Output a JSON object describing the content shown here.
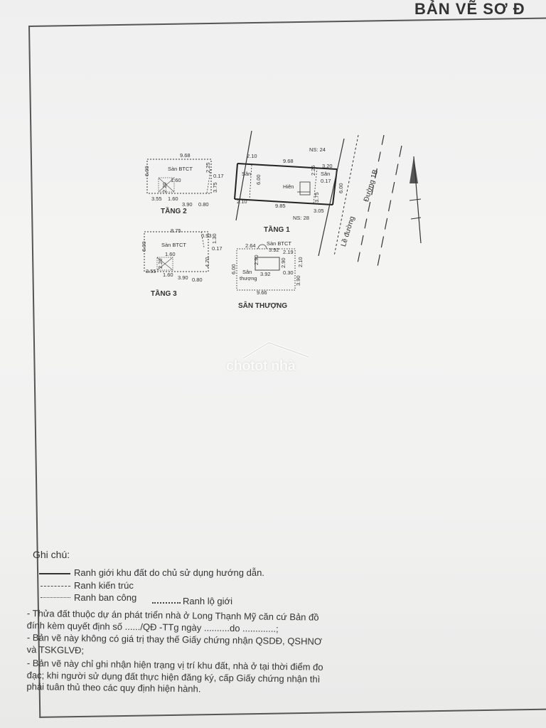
{
  "header": {
    "title": "BẢN VẼ SƠ Đ"
  },
  "tang1": {
    "title": "TẦNG 1",
    "ns_top": "NS: 24",
    "ns_bottom": "NS: 28",
    "dims": {
      "a": "2.10",
      "b": "9.68",
      "c": "3.20",
      "d": "2.10",
      "e": "9.85",
      "f": "3.05",
      "h": "6.00",
      "g": "6.00",
      "i": "2.25",
      "j": "0.17",
      "k": "3.75"
    },
    "labels": {
      "san_left": "Sân",
      "hien": "Hiên",
      "san_right": "Sân"
    }
  },
  "tang2": {
    "title": "TẦNG 2",
    "dims": {
      "top": "9.68",
      "left": "6.00",
      "r1": "2.25",
      "r2": "0.17",
      "r3": "3.75",
      "inner": "1.60",
      "v": "2.20",
      "b1": "3.55",
      "b2": "1.60",
      "b3": "3.90",
      "b4": "0.80"
    },
    "labels": {
      "san": "Sàn BTCT"
    }
  },
  "tang3": {
    "title": "TẦNG 3",
    "dims": {
      "top": "8.75",
      "tr1": "0.93",
      "tr2": "1.30",
      "left": "6.00",
      "r2": "0.17",
      "r3": "4.70",
      "inner": "1.60",
      "v": "2.20",
      "b1": "3.55",
      "b2": "1.60",
      "b3": "3.90",
      "b4": "0.80"
    },
    "labels": {
      "san": "Sàn BTCT"
    }
  },
  "san_thuong": {
    "title": "SÂN THƯỢNG",
    "dims": {
      "a": "2.64",
      "b": "3.92",
      "c": "2.19",
      "left": "6.00",
      "v1": "2.90",
      "v2": "2.90",
      "r1": "2.10",
      "r2": "0.30",
      "r3": "3.90",
      "mid": "3.92",
      "bottom": "9.66"
    },
    "labels": {
      "san_btct": "Sàn BTCT",
      "san": "Sân",
      "thuong": "thượng"
    }
  },
  "streets": {
    "duong": "Đường 1B",
    "le": "Lề đường"
  },
  "watermark": {
    "text": "chotot nhà"
  },
  "notes": {
    "heading": "Ghi chú:",
    "legend": [
      "Ranh giới khu đất do chủ sử dụng hướng dẫn.",
      "Ranh kiến trúc",
      "Ranh ban công",
      "Ranh lộ giới"
    ],
    "lines": [
      "- Thửa đất thuộc dự án phát triển nhà ở Long Thạnh Mỹ căn cứ Bản đồ đính kèm quyết định số ....../QĐ -TTg ngày ..........do .............;",
      "- Bản vẽ này không có giá trị thay thế Giấy chứng nhận QSDĐ, QSHNƠ và TSKGLVĐ;",
      "- Bản vẽ này chỉ ghi nhận hiện trạng vị trí khu đất, nhà ở tại thời điểm đo đạc; khi người sử dụng đất thực hiện đăng ký, cấp Giấy chứng nhận thì phải tuân thủ theo các quy định hiện hành."
    ]
  }
}
